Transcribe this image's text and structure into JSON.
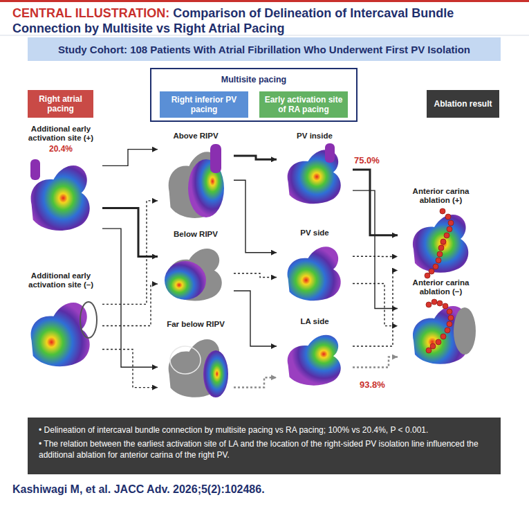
{
  "diagram": {
    "title": "Comparison of Delineation of Intercaval Bundle Connection by Multisite vs Right Atrial Pacing",
    "caption": "Kashiwagi M, et al. JACC Adv. 2026;5(2):102486.",
    "nodes": [
      {
        "text": [
          "Study Cohort: 108 Patients With Atrial Fibrillation Who Underwent First PV Isolation"
        ]
      },
      {
        "text": [
          "Right atrial pacing"
        ]
      },
      {
        "text": [
          "Multisite pacing"
        ]
      },
      {
        "text": [
          "Right inferior PV pacing"
        ],
        "in": 2
      },
      {
        "text": [
          "Early activation site of RA pacing"
        ],
        "in": 2
      },
      {
        "text": [
          "Ablation result"
        ]
      },
      {
        "text": [
          "Additional early activation site (+)",
          "20.4%"
        ]
      },
      {
        "text": [
          "Additional early activation site (–)"
        ]
      },
      {
        "text": [
          "Above RIPV"
        ]
      },
      {
        "text": [
          "Below RIPV"
        ]
      },
      {
        "text": [
          "Far below RIPV"
        ]
      },
      {
        "text": [
          "PV inside"
        ]
      },
      {
        "text": [
          "PV side"
        ]
      },
      {
        "text": [
          "LA side"
        ]
      },
      {
        "text": [
          "Anterior carina ablation (+)"
        ]
      },
      {
        "text": [
          "Anterior carina ablation (−)"
        ]
      },
      {
        "text": [
          "• Delineation of intercaval bundle connection by multisite pacing vs RA pacing; 100% vs 20.4%, P < 0.001.",
          "• The relation between the earliest activation site of LA and the location of the right-sided PV isolation line influenced the additional ablation for anterior carina of the right PV."
        ]
      }
    ],
    "edges": [
      {
        "from": 6,
        "to": 8,
        "arrow": "to"
      },
      {
        "from": 6,
        "to": 9,
        "arrow": "to"
      },
      {
        "from": 6,
        "to": 10,
        "arrow": "to"
      },
      {
        "from": 7,
        "to": 8,
        "arrow": "to"
      },
      {
        "from": 7,
        "to": 9,
        "arrow": "to"
      },
      {
        "from": 7,
        "to": 10,
        "arrow": "to"
      },
      {
        "from": 8,
        "to": 11,
        "arrow": "to"
      },
      {
        "from": 8,
        "to": 12,
        "arrow": "to"
      },
      {
        "from": 9,
        "to": 12,
        "arrow": "to"
      },
      {
        "from": 9,
        "to": 13,
        "arrow": "to"
      },
      {
        "from": 10,
        "to": 13,
        "arrow": "to"
      },
      {
        "from": 11,
        "to": 14,
        "arrow": "to"
      },
      {
        "from": 11,
        "to": 15,
        "arrow": "to"
      },
      {
        "from": 12,
        "to": 14,
        "arrow": "to"
      },
      {
        "from": 12,
        "to": 15,
        "arrow": "to"
      },
      {
        "from": 13,
        "to": 15,
        "arrow": "to"
      },
      {
        "from": 13,
        "to": 14,
        "arrow": "to"
      }
    ],
    "labels": [
      "CENTRAL ILLUSTRATION:",
      "75.0%",
      "93.8%"
    ]
  }
}
